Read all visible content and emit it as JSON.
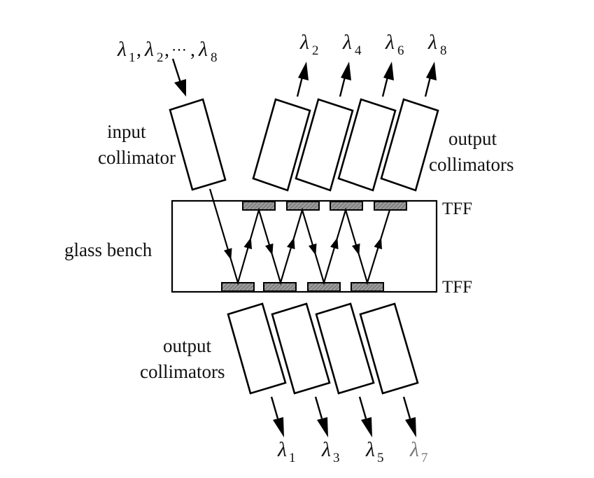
{
  "diagram": {
    "type": "optical-demultiplexer-schematic",
    "input": {
      "label_line1": "input",
      "label_line2": "collimator",
      "wavelengths_label": [
        "1",
        "2",
        "8"
      ],
      "lambda_symbol": "λ",
      "ellipsis": "⋯"
    },
    "bench": {
      "label": "glass bench",
      "tff_top_label": "TFF",
      "tff_bottom_label": "TFF",
      "top_filter_count": 4,
      "bottom_filter_count": 4
    },
    "upper_outputs": {
      "label_line1": "output",
      "label_line2": "collimators",
      "wavelengths": [
        {
          "symbol": "λ",
          "sub": "2"
        },
        {
          "symbol": "λ",
          "sub": "4"
        },
        {
          "symbol": "λ",
          "sub": "6"
        },
        {
          "symbol": "λ",
          "sub": "8"
        }
      ]
    },
    "lower_outputs": {
      "label_line1": "output",
      "label_line2": "collimators",
      "wavelengths": [
        {
          "symbol": "λ",
          "sub": "1"
        },
        {
          "symbol": "λ",
          "sub": "3"
        },
        {
          "symbol": "λ",
          "sub": "5"
        },
        {
          "symbol": "λ",
          "sub": "7"
        }
      ]
    }
  }
}
